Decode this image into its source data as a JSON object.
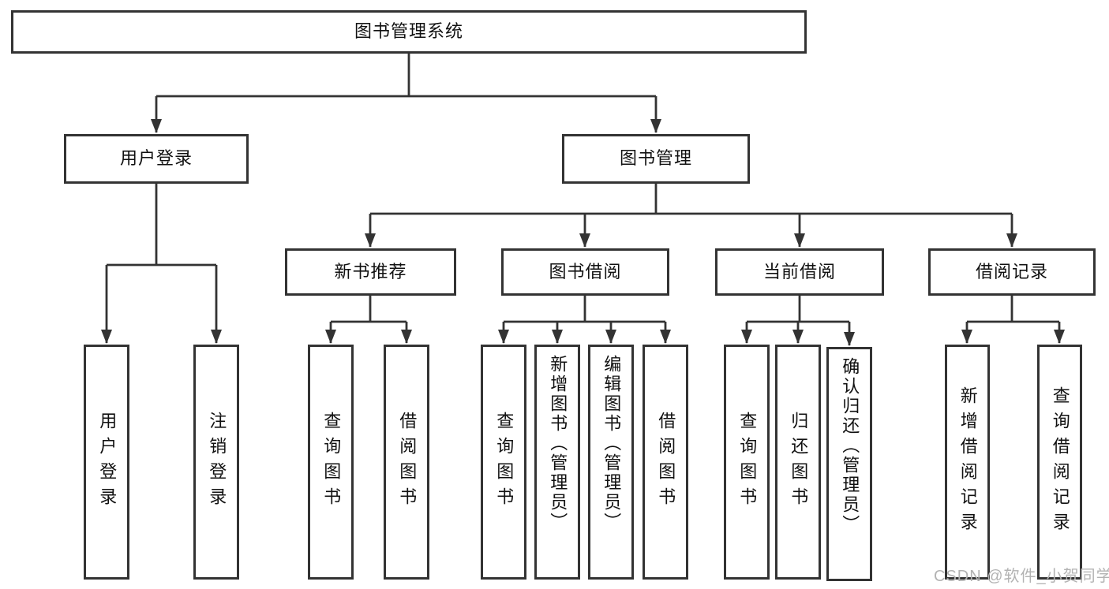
{
  "nodes": {
    "root": {
      "label": "图书管理系统"
    },
    "user_login": {
      "label": "用户登录"
    },
    "book_mgmt": {
      "label": "图书管理"
    },
    "new_book_rec": {
      "label": "新书推荐"
    },
    "book_borrow": {
      "label": "图书借阅"
    },
    "current_borrow": {
      "label": "当前借阅"
    },
    "borrow_record": {
      "label": "借阅记录"
    },
    "leaf_user_login": {
      "label": "用户登录"
    },
    "leaf_logout": {
      "label": "注销登录"
    },
    "rec_query_book": {
      "label": "查询图书"
    },
    "rec_borrow_book": {
      "label": "借阅图书"
    },
    "bb_query_book": {
      "label": "查询图书"
    },
    "bb_add_book": {
      "label": "新增图书（管理员）"
    },
    "bb_edit_book": {
      "label": "编辑图书（管理员）"
    },
    "bb_borrow_book": {
      "label": "借阅图书"
    },
    "cb_query_book": {
      "label": "查询图书"
    },
    "cb_return_book": {
      "label": "归还图书"
    },
    "cb_confirm_return": {
      "label": "确认归还（管理员）"
    },
    "br_add_record": {
      "label": "新增借阅记录"
    },
    "br_query_record": {
      "label": "查询借阅记录"
    }
  },
  "tree": {
    "root": [
      "user_login",
      "book_mgmt"
    ],
    "user_login": [
      "leaf_user_login",
      "leaf_logout"
    ],
    "book_mgmt": [
      "new_book_rec",
      "book_borrow",
      "current_borrow",
      "borrow_record"
    ],
    "new_book_rec": [
      "rec_query_book",
      "rec_borrow_book"
    ],
    "book_borrow": [
      "bb_query_book",
      "bb_add_book",
      "bb_edit_book",
      "bb_borrow_book"
    ],
    "current_borrow": [
      "cb_query_book",
      "cb_return_book",
      "cb_confirm_return"
    ],
    "borrow_record": [
      "br_add_record",
      "br_query_record"
    ]
  },
  "watermark": {
    "text": "CSDN @软件_小贺同学"
  },
  "colors": {
    "line": "#333333",
    "box_border": "#333333",
    "text": "#111111",
    "watermark": "#b3b3b3",
    "background": "#ffffff"
  }
}
